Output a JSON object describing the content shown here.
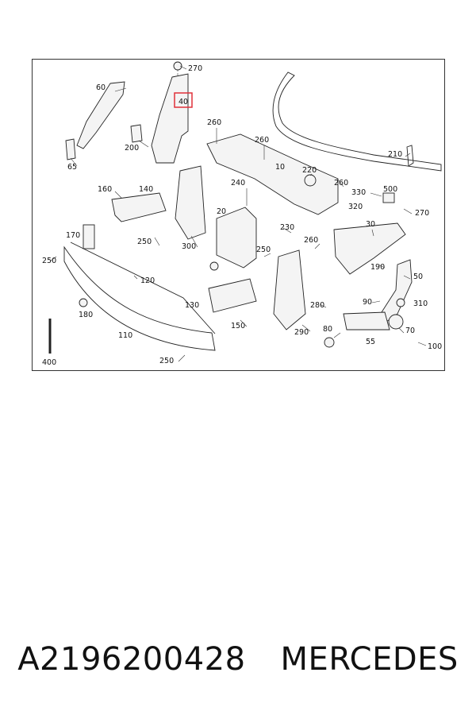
{
  "highlight_color": "#e0303a",
  "caption": {
    "part_number": "A2196200428",
    "brand": "MERCEDES"
  },
  "diagram": {
    "highlighted_part": "40",
    "labels": {
      "l270a": "270",
      "l40": "40",
      "l60": "60",
      "l65": "65",
      "l200": "200",
      "l260a": "260",
      "l260b": "260",
      "l210": "210",
      "l10": "10",
      "l220": "220",
      "l260c": "260",
      "l330": "330",
      "l500": "500",
      "l320": "320",
      "l270b": "270",
      "l160": "160",
      "l140": "140",
      "l240": "240",
      "l20": "20",
      "l230": "230",
      "l30": "30",
      "l170": "170",
      "l250a": "250",
      "l250b": "250",
      "l300": "300",
      "l260d": "260",
      "l250c": "250",
      "l190": "190",
      "l120": "120",
      "l50": "50",
      "l180": "180",
      "l130": "130",
      "l280": "280",
      "l90": "90",
      "l310": "310",
      "l150": "150",
      "l110": "110",
      "l290": "290",
      "l80": "80",
      "l70": "70",
      "l55": "55",
      "l100": "100",
      "l400": "400",
      "l250d": "250"
    }
  }
}
